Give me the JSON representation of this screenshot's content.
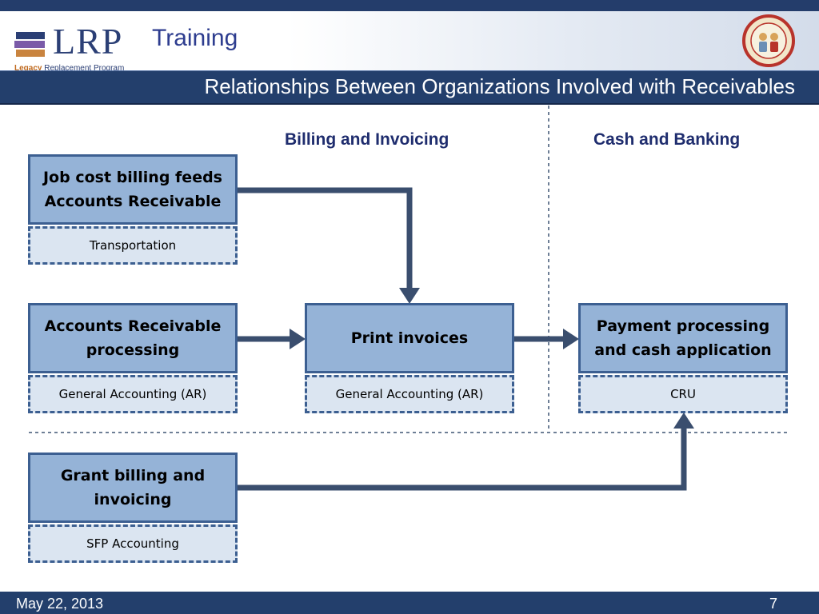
{
  "header": {
    "logo_text": "LRP",
    "logo_subtitle_a": "Legacy",
    "logo_subtitle_b": "Replacement Program",
    "section": "Training",
    "title": "Relationships Between Organizations Involved with Receivables"
  },
  "columns": {
    "billing": "Billing and Invoicing",
    "cash": "Cash and Banking"
  },
  "boxes": [
    {
      "title": "Job cost billing feeds Accounts Receivable",
      "org": "Transportation"
    },
    {
      "title": "Accounts Receivable processing",
      "org": "General Accounting (AR)"
    },
    {
      "title": "Print invoices",
      "org": "General Accounting (AR)"
    },
    {
      "title": "Payment processing and cash application",
      "org": "CRU"
    },
    {
      "title": "Grant billing and invoicing",
      "org": "SFP Accounting"
    }
  ],
  "colors": {
    "navy": "#233f6c",
    "box_fill": "#95b3d7",
    "box_border": "#3c5f91",
    "org_fill": "#dbe5f1",
    "arrow": "#3a4e6e",
    "heading": "#1f2d6e"
  },
  "footer": {
    "date": "May 22, 2013",
    "page": "7"
  }
}
